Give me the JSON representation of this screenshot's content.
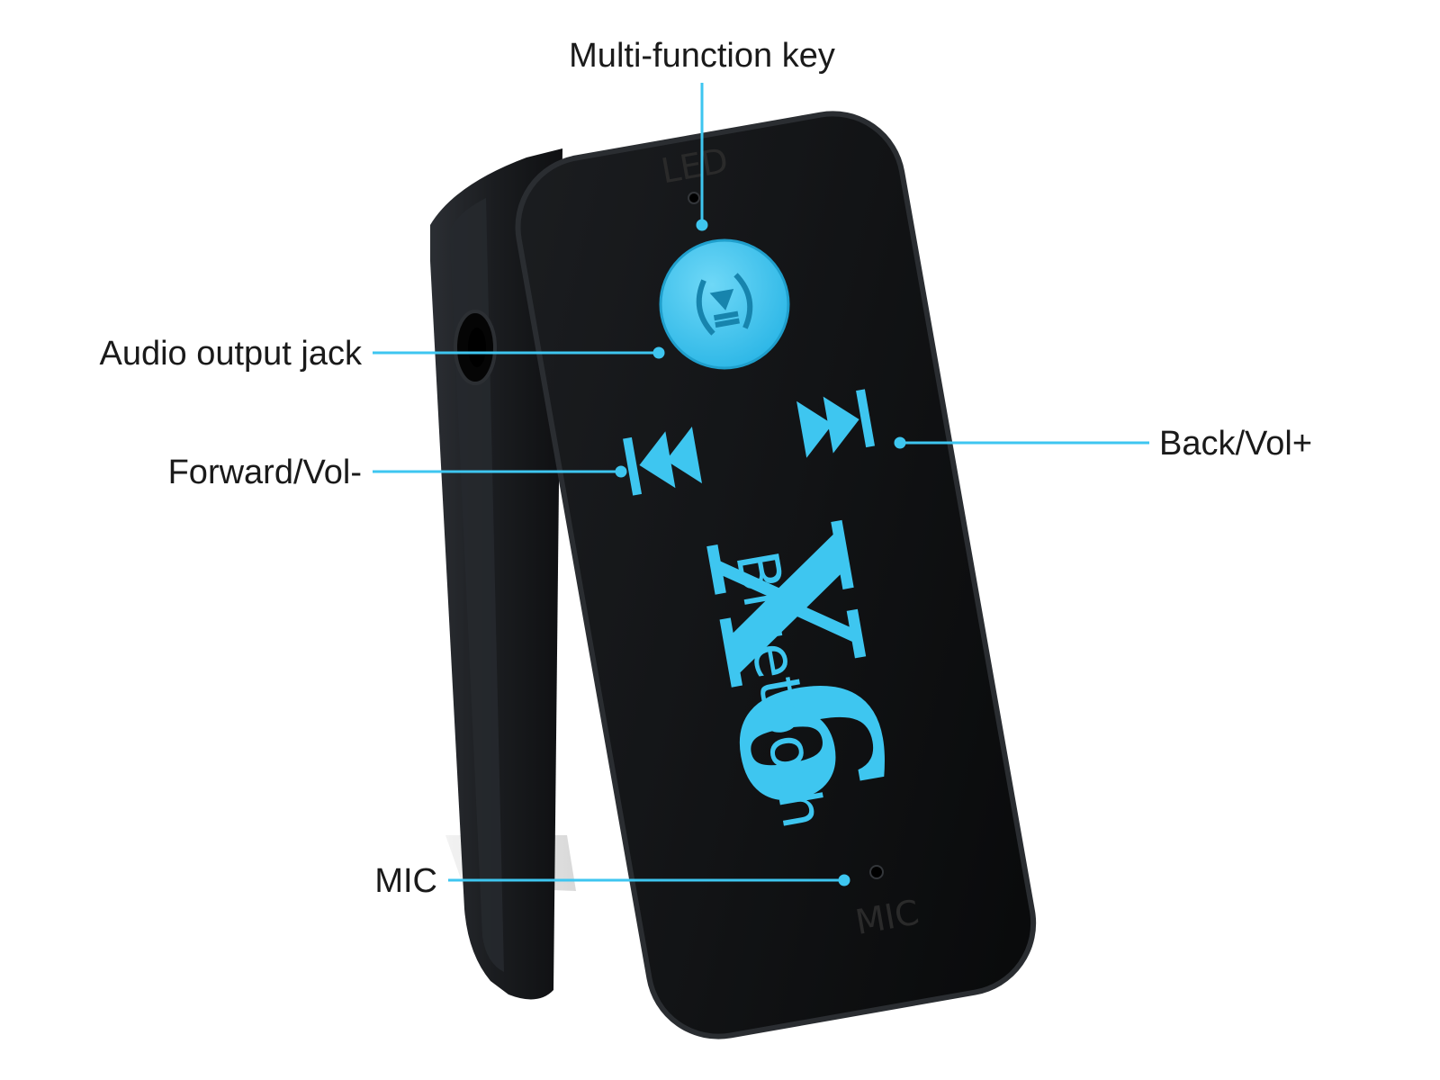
{
  "colors": {
    "accent": "#3ec6f0",
    "leader": "#3ec6f0",
    "device_body": "#17191c",
    "device_face": "#0d0e10",
    "label_text": "#1a1a1a",
    "printed_text": "#2a2a2a"
  },
  "callouts": {
    "multi_function_key": "Multi-function key",
    "audio_output_jack": "Audio output jack",
    "forward_vol_minus": "Forward/Vol-",
    "back_vol_plus": "Back/Vol+",
    "mic": "MIC"
  },
  "device": {
    "led_print": "LED",
    "mic_print": "MIC",
    "brand_model": "X6",
    "brand_name": "Bluetooth"
  },
  "icons": {
    "multi_function": "call-play-pause-icon",
    "forward": "fast-rewind-icon",
    "back": "fast-forward-icon"
  }
}
